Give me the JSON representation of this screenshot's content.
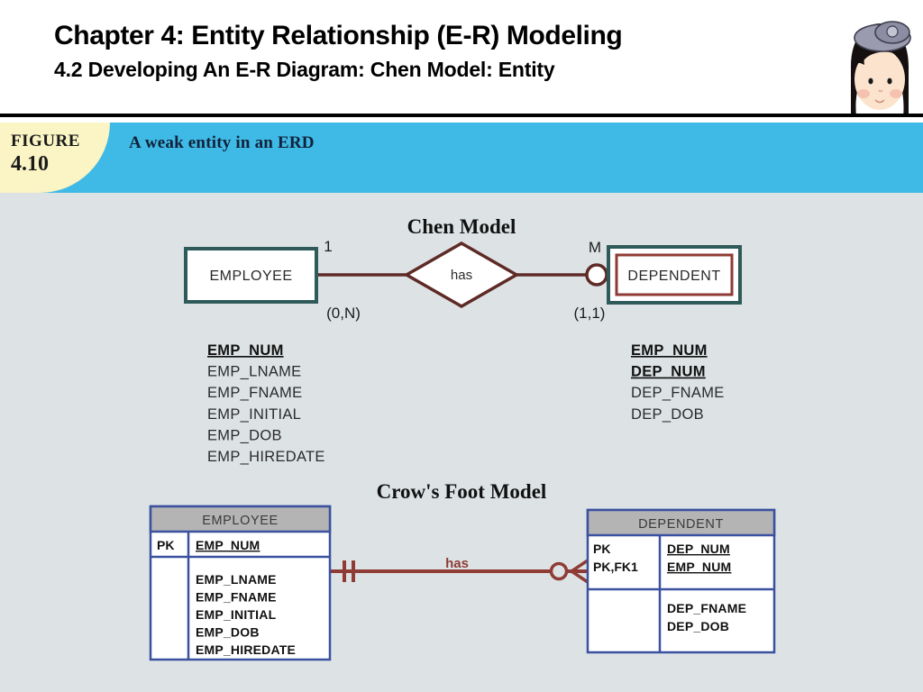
{
  "slide": {
    "title": "Chapter 4: Entity Relationship (E-R) Modeling",
    "subtitle": "4.2 Developing An E-R Diagram: Chen Model: Entity"
  },
  "figure": {
    "label": "FIGURE",
    "number": "4.10",
    "caption": "A weak entity in an ERD",
    "banner_color": "#3fb9e5",
    "tab_color": "#fbf4c4",
    "body_color": "#dde3e5"
  },
  "chen_model": {
    "title": "Chen Model",
    "strong_entity": {
      "name": "EMPLOYEE",
      "border_color": "#2e5a5a",
      "cardinality_top": "1",
      "cardinality_bottom": "(0,N)"
    },
    "relationship": {
      "name": "has",
      "border_color": "#5e2a26"
    },
    "weak_entity": {
      "name": "DEPENDENT",
      "outer_border_color": "#2e5a5a",
      "inner_border_color": "#8f3b36",
      "cardinality_top": "M",
      "cardinality_bottom": "(1,1)"
    },
    "employee_attributes": [
      {
        "text": "EMP_NUM",
        "key": true
      },
      {
        "text": "EMP_LNAME",
        "key": false
      },
      {
        "text": "EMP_FNAME",
        "key": false
      },
      {
        "text": "EMP_INITIAL",
        "key": false
      },
      {
        "text": "EMP_DOB",
        "key": false
      },
      {
        "text": "EMP_HIREDATE",
        "key": false
      }
    ],
    "dependent_attributes": [
      {
        "text": "EMP_NUM",
        "key": true
      },
      {
        "text": "DEP_NUM",
        "key": true
      },
      {
        "text": "DEP_FNAME",
        "key": false
      },
      {
        "text": "DEP_DOB",
        "key": false
      }
    ]
  },
  "crows_foot_model": {
    "title": "Crow's Foot Model",
    "header_fill": "#b4b4b4",
    "border_color": "#3b51a0",
    "line_color": "#8f3b36",
    "relationship_label": "has",
    "employee": {
      "name": "EMPLOYEE",
      "key_rows": [
        {
          "marker": "PK",
          "attribute": "EMP_NUM",
          "underlined": true
        }
      ],
      "attribute_rows": [
        {
          "marker": "",
          "attribute": "EMP_LNAME"
        },
        {
          "marker": "",
          "attribute": "EMP_FNAME"
        },
        {
          "marker": "",
          "attribute": "EMP_INITIAL"
        },
        {
          "marker": "",
          "attribute": "EMP_DOB"
        },
        {
          "marker": "",
          "attribute": "EMP_HIREDATE"
        }
      ]
    },
    "dependent": {
      "name": "DEPENDENT",
      "key_rows": [
        {
          "marker": "PK",
          "attribute": "DEP_NUM",
          "underlined": true
        },
        {
          "marker": "PK,FK1",
          "attribute": "EMP_NUM",
          "underlined": true
        }
      ],
      "attribute_rows": [
        {
          "marker": "",
          "attribute": "DEP_FNAME"
        },
        {
          "marker": "",
          "attribute": "DEP_DOB"
        }
      ]
    }
  }
}
